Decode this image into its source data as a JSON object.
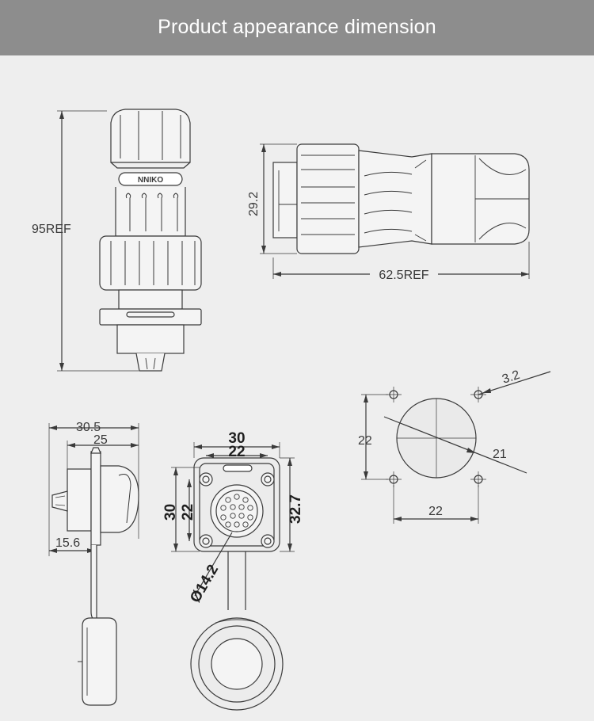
{
  "header": {
    "title": "Product appearance dimension"
  },
  "brand": {
    "logo_text": "NNIKO"
  },
  "colors": {
    "banner": "#8d8d8d",
    "background": "#eeeeee",
    "line": "#3a3a3a"
  },
  "dimensions": {
    "overall_length_label": "95REF",
    "side_height_label": "29.2",
    "side_length_label": "62.5REF",
    "hole_diameter_label": "3.2",
    "cutout_diameter_label": "21",
    "hole_spacing_vertical_label": "22",
    "hole_spacing_horizontal_label": "22",
    "profile_depth_label": "30.5",
    "profile_flange_label": "25",
    "profile_body_label": "15.6",
    "front_width_label": "30",
    "front_hole_spacing_label": "22",
    "front_height_label": "30",
    "front_hole_spacing_v_label": "22",
    "front_total_height_label": "32.7",
    "front_insert_diameter_label": "Ø14.2"
  }
}
